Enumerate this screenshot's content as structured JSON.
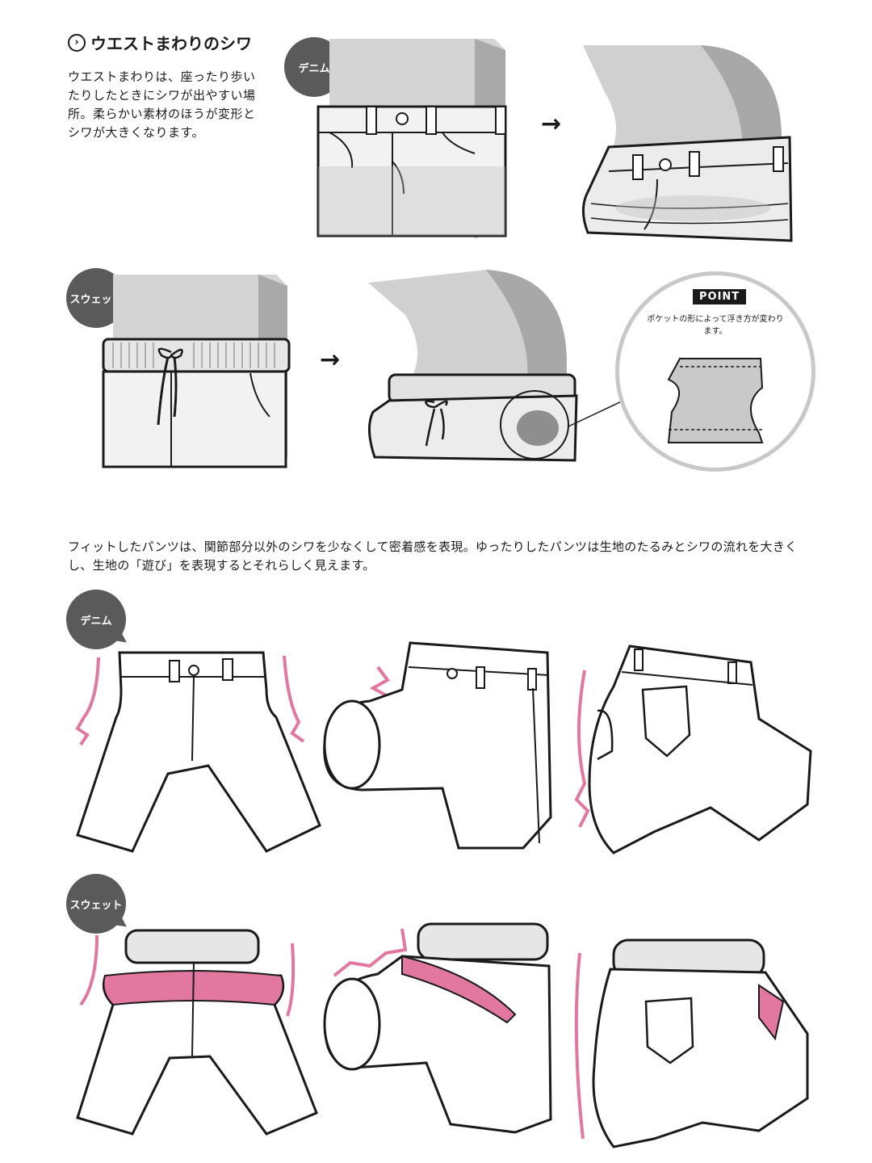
{
  "section": {
    "icon": "chevron-right-circle-icon",
    "title": "ウエストまわりのシワ"
  },
  "intro_text": "ウエストまわりは、座ったり歩いたりしたときにシワが出やすい場所。柔らかい素材のほうが変形とシワが大きくなります。",
  "badges": {
    "denim_top": "デニム",
    "sweat_top": "スウェット",
    "denim_bottom": "デニム",
    "sweat_bottom": "スウェット"
  },
  "arrows": [
    "→",
    "→"
  ],
  "point": {
    "label": "POINT",
    "text": "ポケットの形によって浮き方が変わります。"
  },
  "paragraph": "フィットしたパンツは、関節部分以外のシワを少なくして密着感を表現。ゆったりしたパンツは生地のたるみとシワの流れを大きくし、生地の「遊び」を表現するとそれらしく見えます。",
  "colors": {
    "pink": "#e2779f",
    "gray_fill": "#cfcfcf",
    "badge": "#5a5a5a",
    "ink": "#1a1a1a"
  }
}
